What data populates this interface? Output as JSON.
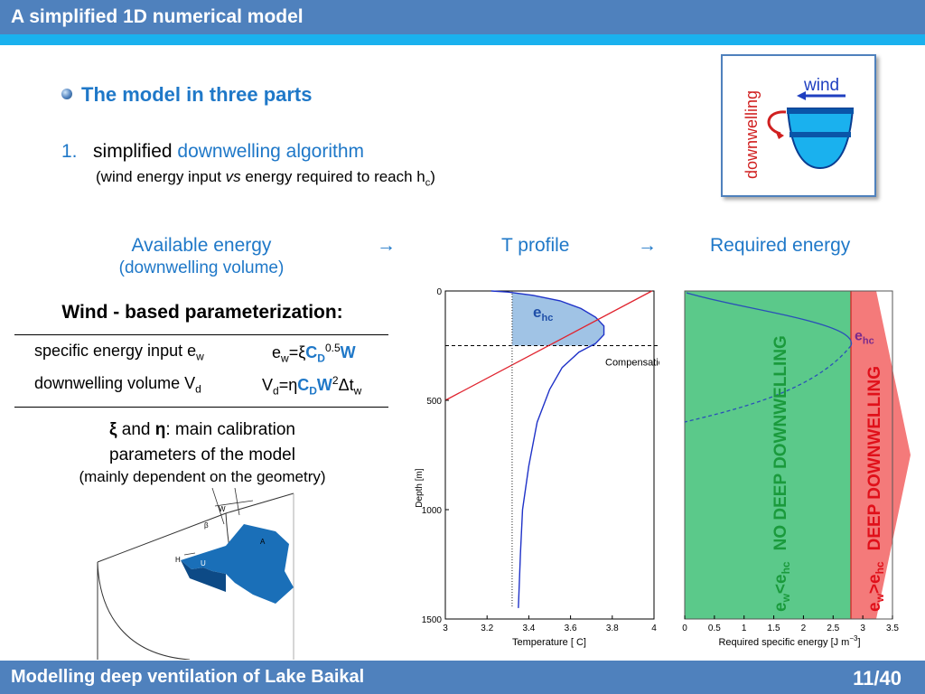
{
  "slide": {
    "title": "A simplified 1D numerical model",
    "footer_left": "Modelling deep ventilation of Lake Baikal",
    "page": "11/40"
  },
  "bullet": {
    "heading": "The model in three parts",
    "item_number": "1.",
    "item_prefix": "simplified ",
    "item_highlight": "downwelling algorithm",
    "sub_a": "(wind energy input ",
    "sub_vs": "vs",
    "sub_b": " energy required to reach h",
    "sub_sub": "c",
    "sub_c": ")"
  },
  "flow": {
    "step1": "Available energy",
    "step1_sub": "(downwelling volume)",
    "arrow": "→",
    "step2": "T profile",
    "step3": "Required energy"
  },
  "parameterization": {
    "title": "Wind - based parameterization:",
    "rows": [
      {
        "name": "specific energy input e",
        "name_sub": "w",
        "f_a": "e",
        "f_a_sub": "w",
        "f_b": "=ξ",
        "f_c": "C",
        "f_c_sub": "D",
        "f_c_sup": "0.5",
        "f_d": "W"
      },
      {
        "name": "downwelling volume V",
        "name_sub": "d",
        "f_a": "V",
        "f_a_sub": "d",
        "f_b": "=η",
        "f_c": "C",
        "f_c_sub": "D",
        "f_d": "W",
        "f_d_sup": "2",
        "f_e": "Δt",
        "f_e_sub": "w"
      }
    ],
    "cal_xi": "ξ",
    "cal_and": " and ",
    "cal_eta": "η",
    "cal_rest": ": main calibration",
    "cal_line2": "parameters of the model",
    "cal_note": "(mainly dependent on the geometry)"
  },
  "inset": {
    "wind": "wind",
    "downwelling": "downwelling"
  },
  "sketch": {
    "w": "W",
    "beta": "β",
    "h": "H",
    "u": "U",
    "a": "A"
  },
  "chart_data": [
    {
      "type": "line",
      "title": "",
      "xlabel": "Temperature [ C]",
      "ylabel": "Depth [m]",
      "xlim": [
        3,
        4
      ],
      "ylim": [
        1500,
        0
      ],
      "xticks": [
        "3",
        "3.2",
        "3.4",
        "3.6",
        "3.8",
        "4"
      ],
      "yticks": [
        "0",
        "500",
        "1000",
        "1500"
      ],
      "annotation": "e",
      "annotation_sub": "hc",
      "compensation_label": "Compensation depth - h",
      "compensation_sub": "c",
      "compensation_depth": 250,
      "series": [
        {
          "color": "#1f32c8",
          "x": [
            3.22,
            3.3,
            3.42,
            3.55,
            3.65,
            3.72,
            3.76,
            3.76,
            3.72,
            3.64,
            3.56,
            3.5,
            3.44,
            3.4,
            3.37,
            3.36,
            3.35
          ],
          "y": [
            0,
            5,
            20,
            45,
            80,
            120,
            160,
            200,
            240,
            280,
            350,
            450,
            600,
            800,
            1000,
            1200,
            1450
          ]
        },
        {
          "color": "#e0242f",
          "x": [
            3,
            3.99
          ],
          "y": [
            500,
            0
          ]
        },
        {
          "color": "#555555",
          "dash": "dotted",
          "x": [
            3.32,
            3.32
          ],
          "y": [
            0,
            1450
          ]
        }
      ]
    },
    {
      "type": "area",
      "title": "",
      "xlabel": "Required specific energy [J m",
      "xlabel_sup": "−3",
      "xlabel_end": "]",
      "xlim": [
        0,
        3.5
      ],
      "xticks": [
        "0",
        "0.5",
        "1",
        "1.5",
        "2",
        "2.5",
        "3",
        "3.5"
      ],
      "threshold": 2.8,
      "label_ehc": "e",
      "label_ehc_sub": "hc",
      "green_label": "NO DEEP DOWNWELLING",
      "green_cond_a": "e",
      "green_cond_a_sub": "w",
      "green_cond_b": "<e",
      "green_cond_b_sub": "hc",
      "red_label": "DEEP DOWNWELLING",
      "red_cond_a": "e",
      "red_cond_a_sub": "w",
      "red_cond_b": ">e",
      "red_cond_b_sub": "hc",
      "colors": {
        "green": "#5bc98a",
        "red": "#f47a7a",
        "curve": "#2a50b8"
      }
    }
  ]
}
